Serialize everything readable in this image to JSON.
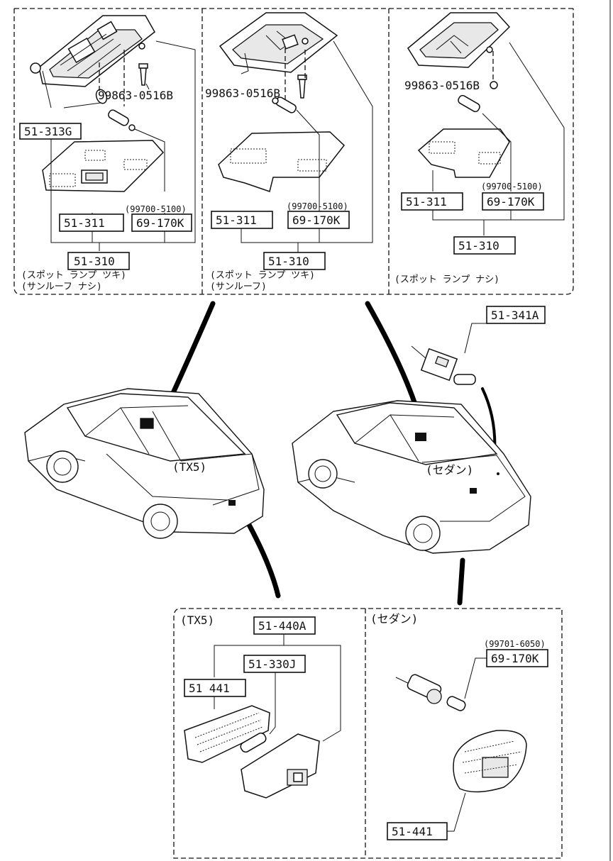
{
  "panels": {
    "top_left": {
      "screw": "99863-0516B",
      "bulb_code": "51-313G",
      "lens": "51-311",
      "spec": "(99700-5100)",
      "bulb": "69-170K",
      "assembly": "51-310",
      "note_line1": "(スポット ランプ ツキ)",
      "note_line2": "(サンルーフ ナシ)"
    },
    "top_middle": {
      "screw": "99863-0516B",
      "lens": "51-311",
      "spec": "(99700-5100)",
      "bulb": "69-170K",
      "assembly": "51-310",
      "note_line1": "(スポット ランプ ツキ)",
      "note_line2": "(サンルーフ)"
    },
    "top_right": {
      "screw": "99863-0516B",
      "spec": "(99700-5100)",
      "lens": "51-311",
      "bulb": "69-170K",
      "assembly": "51-310",
      "note_line1": "(スポット ランプ ナシ)"
    },
    "switch": {
      "part": "51-341A"
    },
    "cars": {
      "left_label": "(TX5)",
      "right_label": "(セダン)"
    },
    "bottom_left": {
      "title": "(TX5)",
      "assembly": "51-440A",
      "socket": "51-330J",
      "lens": "51 441"
    },
    "bottom_right": {
      "title": "(セダン)",
      "spec": "(99701-6050)",
      "bulb": "69-170K",
      "lens": "51-441"
    }
  }
}
